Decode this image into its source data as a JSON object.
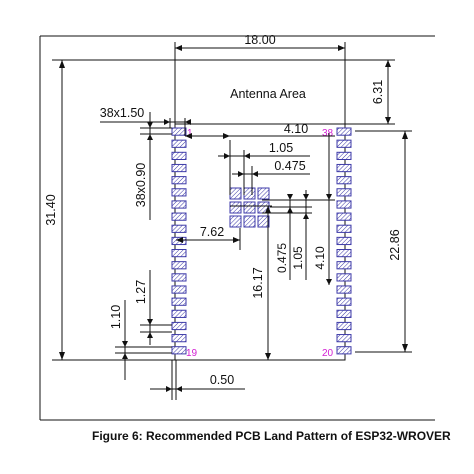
{
  "caption": "Figure 6: Recommended PCB Land Pattern of ESP32-WROVER",
  "antenna_label": "Antenna Area",
  "dimensions": {
    "width": "18.00",
    "antenna_height": "6.31",
    "height": "31.40",
    "pad_size": "38x1.50",
    "pad_width": "38x0.90",
    "pin1_to_pin38": "4.10",
    "center_dim_1": "1.05",
    "center_dim_2": "0.475",
    "center_dim_3": "7.62",
    "vertical_0475": "0.475",
    "vertical_105": "1.05",
    "vertical_410": "4.10",
    "pin_span": "22.86",
    "left_height": "16.17",
    "pitch": "1.27",
    "pad_offset": "1.10",
    "bottom_gap": "0.50"
  },
  "pins": {
    "pin1": "1",
    "pin19": "19",
    "pin20": "20",
    "pin38": "38"
  },
  "colors": {
    "pad_stroke": "#3d3aa8",
    "pin_label": "#d31fd3",
    "line": "#111111"
  }
}
